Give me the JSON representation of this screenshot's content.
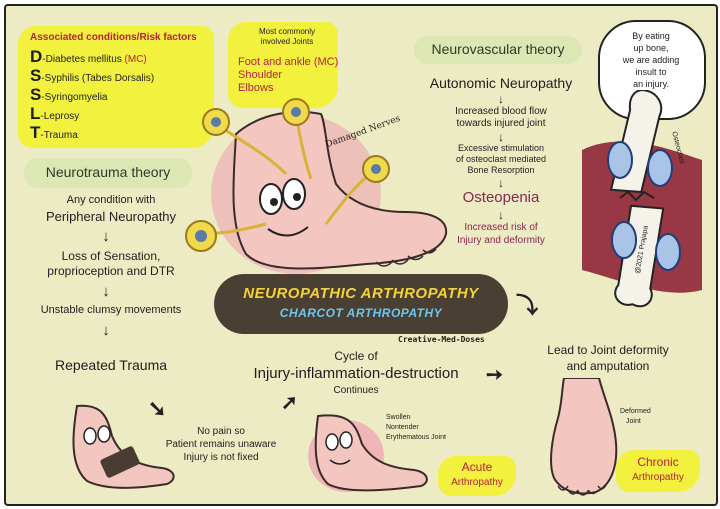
{
  "risk": {
    "title": "Associated conditions/Risk factors",
    "items": [
      {
        "letter": "D",
        "text": "-Diabetes mellitus ",
        "mc": "(MC)"
      },
      {
        "letter": "S",
        "text": "-Syphilis (Tabes Dorsalis)",
        "mc": ""
      },
      {
        "letter": "S",
        "text": "-Syringomyelia",
        "mc": ""
      },
      {
        "letter": "L",
        "text": "-Leprosy",
        "mc": ""
      },
      {
        "letter": "T",
        "text": "-Trauma",
        "mc": ""
      }
    ]
  },
  "joints": {
    "title_line1": "Most commonly",
    "title_line2": "involved Joints",
    "items": [
      "Foot and ankle (MC)",
      "Shoulder",
      "Elbows"
    ]
  },
  "nerves_label": "Damaged Nerves",
  "neurovascular": {
    "title": "Neurovascular theory",
    "heading": "Autonomic Neuropathy",
    "step1_line1": "Increased blood flow",
    "step1_line2": "towards injured joint",
    "step2_line1": "Excessive stimulation",
    "step2_line2": "of osteoclast mediated",
    "step2_line3": "Bone Resorption",
    "osteopenia": "Osteopenia",
    "risk_line1": "Increased risk of",
    "risk_line2": "Injury and deformity"
  },
  "speech": {
    "line1": "By eating",
    "line2": "up bone,",
    "line3": "we are adding",
    "line4": "insult to",
    "line5": "an injury."
  },
  "bone_labels": {
    "osteoclast": "Osteoclast",
    "copyright": "@2021 Prajapa"
  },
  "neurotrauma": {
    "title": "Neurotrauma theory",
    "line1": "Any condition with",
    "line2": "Peripheral Neuropathy",
    "step1_line1": "Loss of Sensation,",
    "step1_line2": "proprioception and DTR",
    "step2": "Unstable clumsy movements",
    "step3": "Repeated Trauma"
  },
  "banner": {
    "title": "NEUROPATHIC ARTHROPATHY",
    "subtitle": "CHARCOT ARTHROPATHY"
  },
  "brand": "Creative-Med-Doses",
  "cycle": {
    "line1": "Cycle of",
    "line2": "Injury-inflammation-destruction",
    "line3": "Continues"
  },
  "nopain": {
    "line1": "No pain so",
    "line2": "Patient remains unaware",
    "line3": "Injury is not fixed"
  },
  "acute": {
    "desc_line1": "Swollen",
    "desc_line2": "Nontender",
    "desc_line3": "Erythematous Joint",
    "label_line1": "Acute",
    "label_line2": "Arthropathy"
  },
  "chronic": {
    "lead_line1": "Lead to Joint deformity",
    "lead_line2": "and amputation",
    "deformed_line1": "Deformed",
    "deformed_line2": "Joint",
    "label_line1": "Chronic",
    "label_line2": "Arthropathy"
  },
  "colors": {
    "background": "#ecebc3",
    "highlight": "#f2f13d",
    "theory_box": "#dde7b4",
    "banner_bg": "#4a3f33",
    "banner_title": "#f4d23a",
    "banner_subtitle": "#6ec6f0",
    "accent_red": "#b8213a",
    "osteopenia": "#8b2552"
  }
}
